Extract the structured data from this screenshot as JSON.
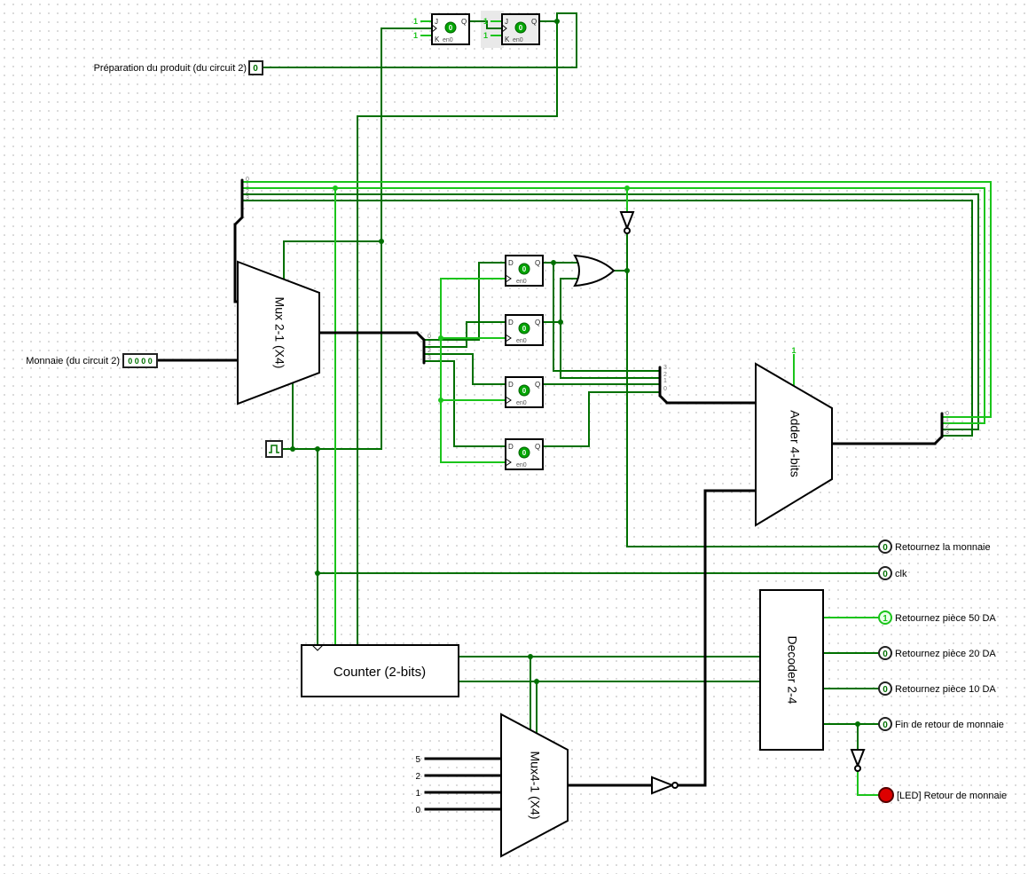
{
  "pins": {
    "preparation": {
      "label": "Préparation du produit (du circuit 2)",
      "value": "0"
    },
    "monnaie": {
      "label": "Monnaie (du circuit 2)",
      "value": "0 0 0 0"
    }
  },
  "constants": {
    "ff_one": "1",
    "adder_carry": "1",
    "mux41_inputs": [
      "5",
      "2",
      "1",
      "0"
    ]
  },
  "flipflops": {
    "jk": {
      "j": "J",
      "k": "K",
      "q": "Q",
      "en": "en0",
      "state": "0"
    },
    "d": {
      "d": "D",
      "q": "Q",
      "en": "en0",
      "state": "0"
    }
  },
  "components": {
    "mux21_label": "Mux 2-1 (X4)",
    "adder_label": "Adder 4-bits",
    "counter_label": "Counter (2-bits)",
    "mux41_label": "Mux4-1 (X4)",
    "decoder_label": "Decoder 2-4"
  },
  "splitters": {
    "left": [
      "0",
      "1",
      "2",
      "3"
    ],
    "mux_out": [
      "0",
      "1",
      "2",
      "3"
    ],
    "adder_in": [
      "3",
      "2",
      "1",
      "0"
    ],
    "adder_out": [
      "0",
      "1",
      "2",
      "3"
    ]
  },
  "outputs": [
    {
      "label": "Retournez la monnaie",
      "value": "0"
    },
    {
      "label": "clk",
      "value": "0"
    },
    {
      "label": "Retournez pièce 50 DA",
      "value": "1"
    },
    {
      "label": "Retournez pièce 20 DA",
      "value": "0"
    },
    {
      "label": "Retournez pièce 10 DA",
      "value": "0"
    },
    {
      "label": "Fin de retour de monnaie",
      "value": "0"
    }
  ],
  "led_label": "[LED] Retour de monnaie",
  "colors": {
    "wire_low": "#007000",
    "wire_high": "#1bc41b",
    "bus": "#000000",
    "led": "#dd0000",
    "state_badge": "#00a500"
  }
}
